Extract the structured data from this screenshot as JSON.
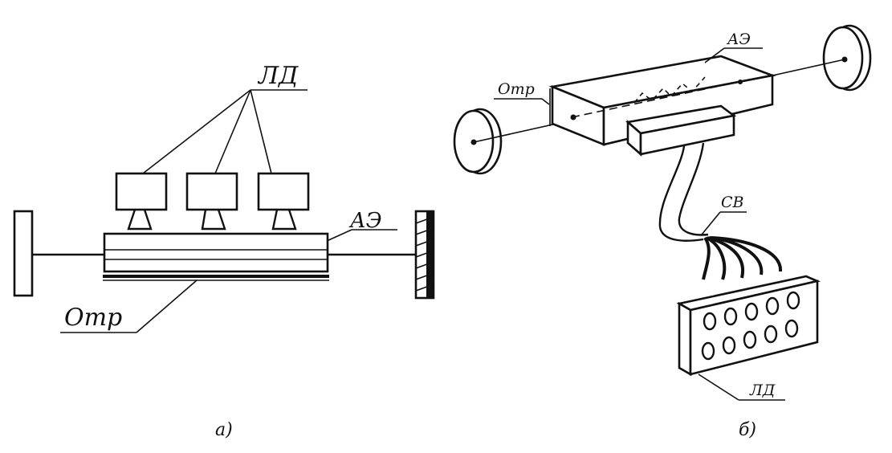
{
  "figure_a": {
    "diode_label": "ЛД",
    "active_element_label": "АЭ",
    "reflector_label": "Отр",
    "caption": "а)"
  },
  "figure_b": {
    "active_element_label": "АЭ",
    "reflector_label": "Отр",
    "fiber_label": "СВ",
    "diode_label": "ЛД",
    "caption": "б)"
  }
}
